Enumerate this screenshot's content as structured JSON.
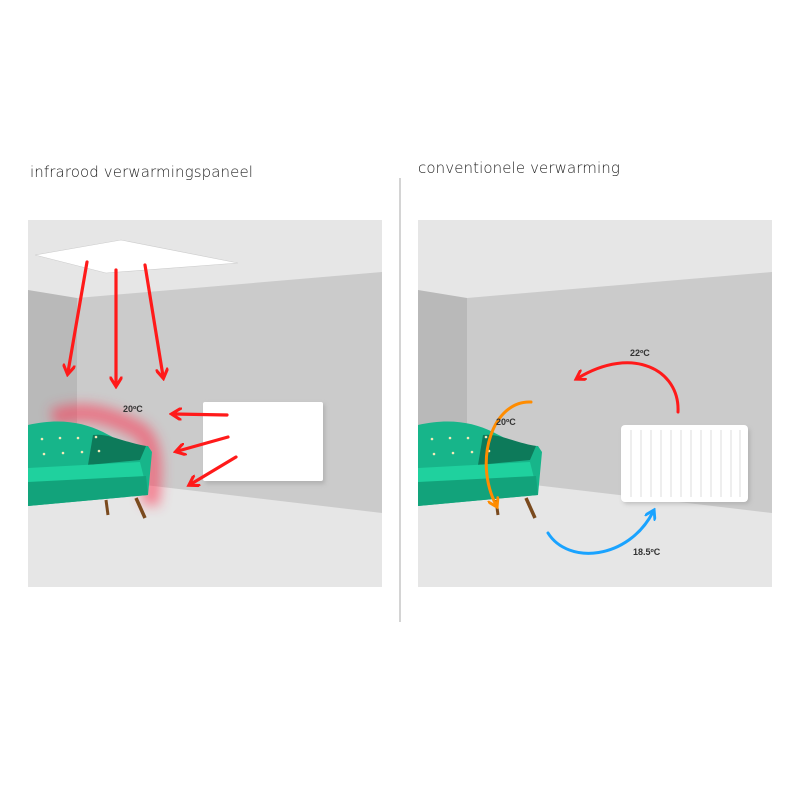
{
  "left_panel": {
    "title": "infrarood verwarmingspaneel",
    "temperature": "20ºC"
  },
  "right_panel": {
    "title": "conventionele verwarming",
    "temperature_top": "22ºC",
    "temperature_sofa": "20ºC",
    "temperature_floor": "18.5ºC"
  },
  "colors": {
    "ceiling": "#e6e6e6",
    "back_wall": "#cbcbcb",
    "side_wall": "#b5b5b5",
    "floor": "#e6e6e6",
    "sofa": "#17b58a",
    "hot_arrow": "#ff1a1a",
    "warm_arrow": "#ff8c00",
    "cold_arrow": "#1aa3ff"
  }
}
